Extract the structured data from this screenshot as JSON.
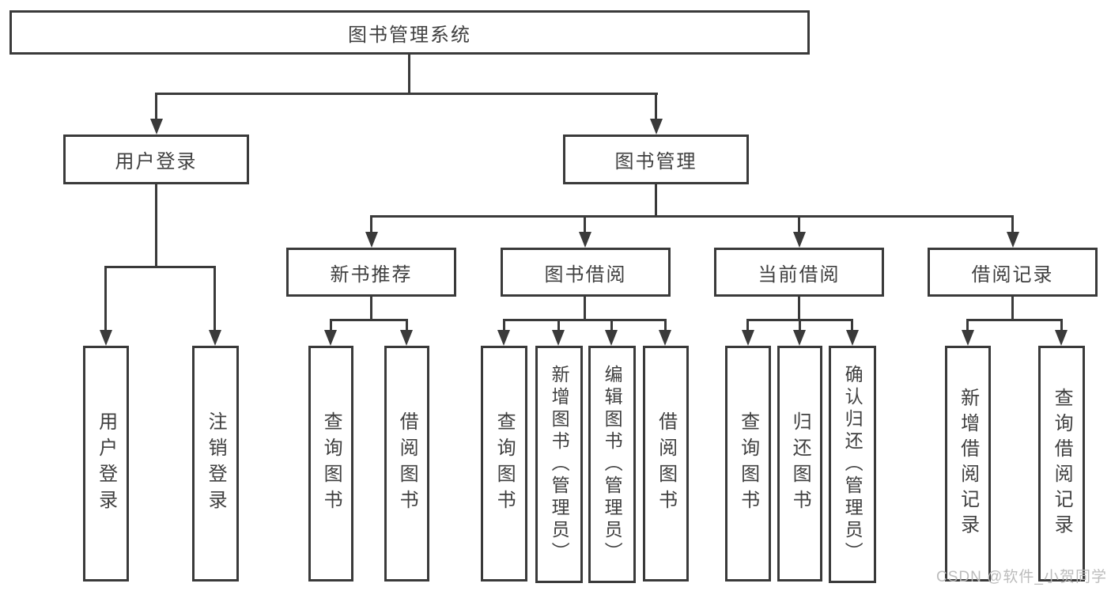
{
  "tree": {
    "label": "图书管理系统",
    "children": [
      {
        "label": "用户登录",
        "children": [
          {
            "label": "用户登录"
          },
          {
            "label": "注销登录"
          }
        ]
      },
      {
        "label": "图书管理",
        "children": [
          {
            "label": "新书推荐",
            "children": [
              {
                "label": "查询图书"
              },
              {
                "label": "借阅图书"
              }
            ]
          },
          {
            "label": "图书借阅",
            "children": [
              {
                "label": "查询图书"
              },
              {
                "label": "新增图书（管理员）"
              },
              {
                "label": "编辑图书（管理员）"
              },
              {
                "label": "借阅图书"
              }
            ]
          },
          {
            "label": "当前借阅",
            "children": [
              {
                "label": "查询图书"
              },
              {
                "label": "归还图书"
              },
              {
                "label": "确认归还（管理员）"
              }
            ]
          },
          {
            "label": "借阅记录",
            "children": [
              {
                "label": "新增借阅记录"
              },
              {
                "label": "查询借阅记录"
              }
            ]
          }
        ]
      }
    ]
  },
  "watermark": {
    "text": "CSDN @软件_小贺同学"
  },
  "colors": {
    "line": "#3a3a3a",
    "text": "#404040",
    "watermark": "#b8b8b8",
    "background": "#ffffff"
  }
}
